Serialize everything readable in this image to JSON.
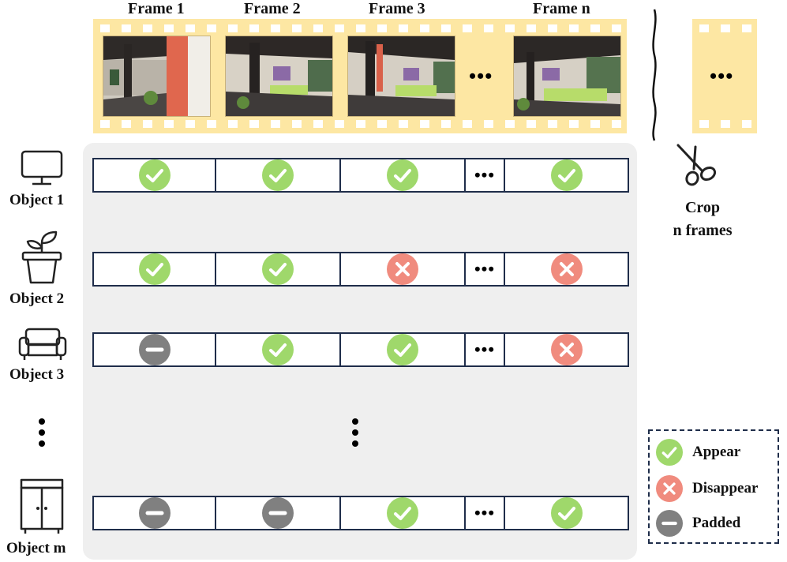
{
  "frames": {
    "labels": [
      "Frame 1",
      "Frame 2",
      "Frame 3",
      "Frame n"
    ],
    "ellipsis": "•••",
    "right_ellipsis": "•••"
  },
  "crop": {
    "line1": "Crop",
    "line2": "n frames",
    "icon": "scissors-icon"
  },
  "objects": [
    {
      "label": "Object 1",
      "icon": "monitor-icon",
      "statuses": [
        "appear",
        "appear",
        "appear",
        "appear"
      ]
    },
    {
      "label": "Object 2",
      "icon": "potted-plant-icon",
      "statuses": [
        "appear",
        "appear",
        "disappear",
        "disappear"
      ]
    },
    {
      "label": "Object 3",
      "icon": "sofa-icon",
      "statuses": [
        "padded",
        "appear",
        "appear",
        "disappear"
      ]
    },
    {
      "label": "Object m",
      "icon": "cabinet-icon",
      "statuses": [
        "padded",
        "padded",
        "appear",
        "appear"
      ]
    }
  ],
  "row_ellipsis": "•••",
  "legend": {
    "appear": "Appear",
    "disappear": "Disappear",
    "padded": "Padded"
  },
  "colors": {
    "appear": "#9fd86b",
    "disappear": "#f08b7e",
    "padded": "#808080",
    "film": "#fde7a3",
    "panel": "#efefef",
    "row_border": "#1f2d4a"
  }
}
